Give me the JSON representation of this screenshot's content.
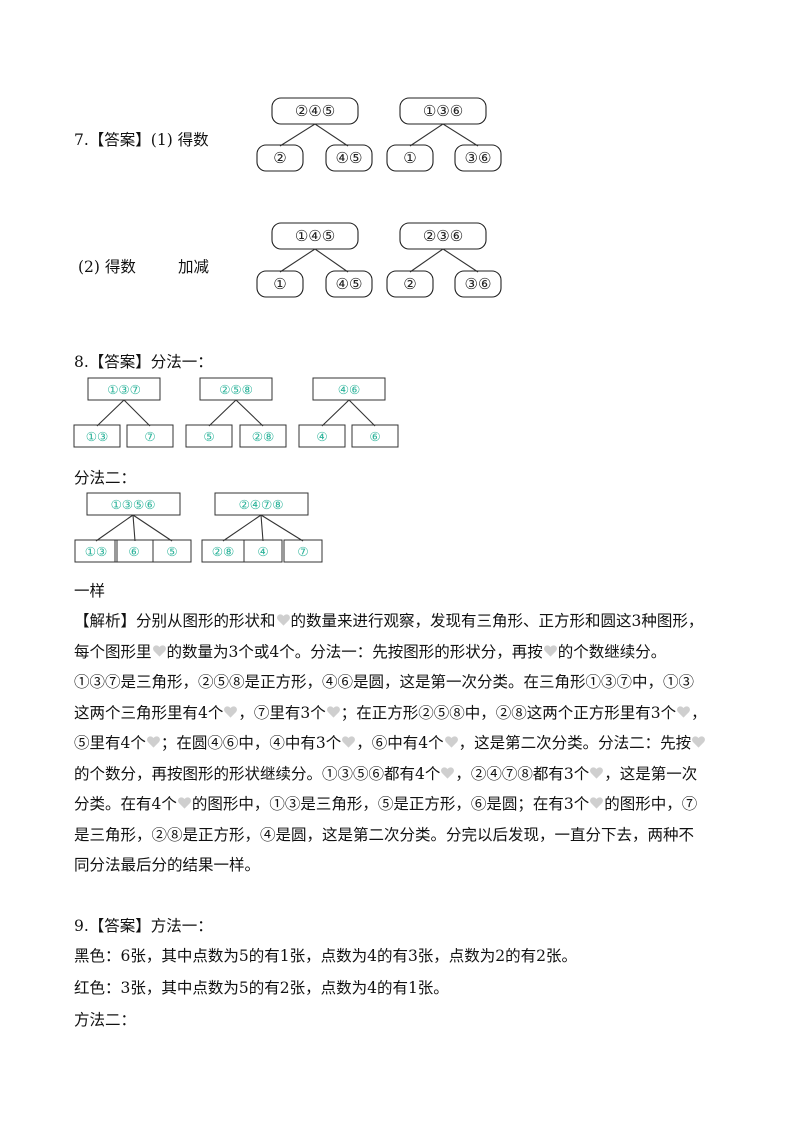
{
  "q7": {
    "title": "7.【答案】(1) 得数",
    "part2_label": "(2) 得数",
    "part2_word": "加减",
    "trees": [
      {
        "root": "②④⑤",
        "children": [
          "②",
          "④⑤"
        ]
      },
      {
        "root": "①③⑥",
        "children": [
          "①",
          "③⑥"
        ]
      },
      {
        "root": "①④⑤",
        "children": [
          "①",
          "④⑤"
        ]
      },
      {
        "root": "②③⑥",
        "children": [
          "②",
          "③⑥"
        ]
      }
    ]
  },
  "q8": {
    "title": "8.【答案】分法一：",
    "method2_label": "分法二：",
    "conclusion": "一样",
    "method1_trees": [
      {
        "root": "①③⑦",
        "children": [
          "①③",
          "⑦"
        ]
      },
      {
        "root": "②⑤⑧",
        "children": [
          "⑤",
          "②⑧"
        ]
      },
      {
        "root": "④⑥",
        "children": [
          "④",
          "⑥"
        ]
      }
    ],
    "method2_trees": [
      {
        "root": "①③⑤⑥",
        "children": [
          "①③",
          "⑥",
          "⑤"
        ]
      },
      {
        "root": "②④⑦⑧",
        "children": [
          "②⑧",
          "④",
          "⑦"
        ]
      }
    ],
    "analysis": [
      [
        "【解析】分别从图形的形状和",
        "HEART",
        "的数量来进行观察，发现有三角形、正方形和圆这3种图形，"
      ],
      [
        "每个图形里",
        "HEART",
        "的数量为3个或4个。分法一：先按图形的形状分，再按",
        "HEART",
        "的个数继续分。"
      ],
      [
        "①③⑦是三角形，②⑤⑧是正方形，④⑥是圆，这是第一次分类。在三角形①③⑦中，①③"
      ],
      [
        "这两个三角形里有4个",
        "HEART",
        "，⑦里有3个",
        "HEART",
        "；在正方形②⑤⑧中，②⑧这两个正方形里有3个",
        "HEART",
        "，"
      ],
      [
        "⑤里有4个",
        "HEART",
        "；在圆④⑥中，④中有3个",
        "HEART",
        "，⑥中有4个",
        "HEART",
        "，这是第二次分类。分法二：先按",
        "HEART"
      ],
      [
        "的个数分，再按图形的形状继续分。①③⑤⑥都有4个",
        "HEART",
        "，②④⑦⑧都有3个",
        "HEART",
        "，这是第一次"
      ],
      [
        "分类。在有4个",
        "HEART",
        "的图形中，①③是三角形，⑤是正方形，⑥是圆；在有3个",
        "HEART",
        "的图形中，⑦"
      ],
      [
        "是三角形，②⑧是正方形，④是圆，这是第二次分类。分完以后发现，一直分下去，两种不"
      ],
      [
        "同分法最后分的结果一样。"
      ]
    ]
  },
  "q9": {
    "title": "9.【答案】方法一：",
    "lines": [
      "黑色：6张，其中点数为5的有1张，点数为4的有3张，点数为2的有2张。",
      "红色：3张，其中点数为5的有2张，点数为4的有1张。",
      "方法二："
    ]
  },
  "colors": {
    "text": "#111111",
    "q8_numbers": "#2bb39a",
    "heart": "#cfcfcf"
  },
  "icons": {
    "heart": "heart-icon"
  }
}
